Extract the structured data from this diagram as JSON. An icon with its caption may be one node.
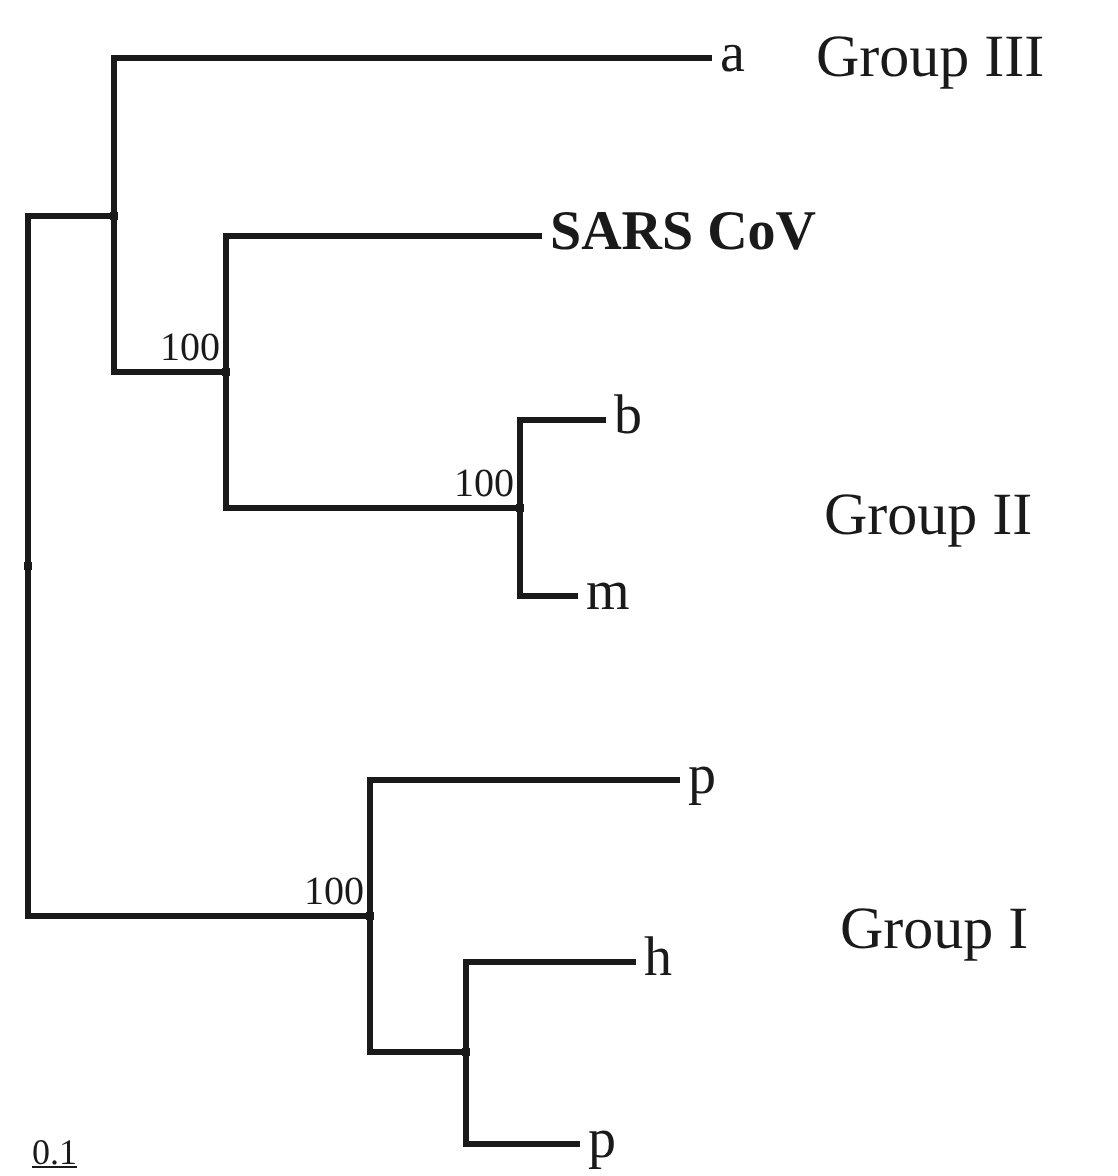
{
  "diagram": {
    "nodes": [
      {
        "text": [],
        "shape": "point"
      },
      {
        "text": [],
        "shape": "point"
      },
      {
        "text": [
          "a"
        ]
      },
      {
        "text": [],
        "shape": "point",
        "beside": [
          "100"
        ]
      },
      {
        "text": [
          "SARS CoV"
        ]
      },
      {
        "text": [],
        "shape": "point",
        "beside": [
          "100"
        ]
      },
      {
        "text": [
          "b"
        ]
      },
      {
        "text": [
          "m"
        ]
      },
      {
        "text": [],
        "shape": "point",
        "beside": [
          "100"
        ]
      },
      {
        "text": [
          "p"
        ]
      },
      {
        "text": [],
        "shape": "point"
      },
      {
        "text": [
          "h"
        ]
      },
      {
        "text": [
          "p"
        ]
      }
    ],
    "edges": [
      {
        "from": 0,
        "to": 1,
        "arrow": "none"
      },
      {
        "from": 1,
        "to": 2,
        "arrow": "none"
      },
      {
        "from": 1,
        "to": 3,
        "arrow": "none"
      },
      {
        "from": 3,
        "to": 4,
        "arrow": "none"
      },
      {
        "from": 3,
        "to": 5,
        "arrow": "none"
      },
      {
        "from": 5,
        "to": 6,
        "arrow": "none"
      },
      {
        "from": 5,
        "to": 7,
        "arrow": "none"
      },
      {
        "from": 0,
        "to": 8,
        "arrow": "none"
      },
      {
        "from": 8,
        "to": 9,
        "arrow": "none"
      },
      {
        "from": 8,
        "to": 10,
        "arrow": "none"
      },
      {
        "from": 10,
        "to": 11,
        "arrow": "none"
      },
      {
        "from": 10,
        "to": 12,
        "arrow": "none"
      }
    ],
    "labels": [
      "Group III",
      "Group II",
      "Group I",
      "0.1"
    ]
  }
}
